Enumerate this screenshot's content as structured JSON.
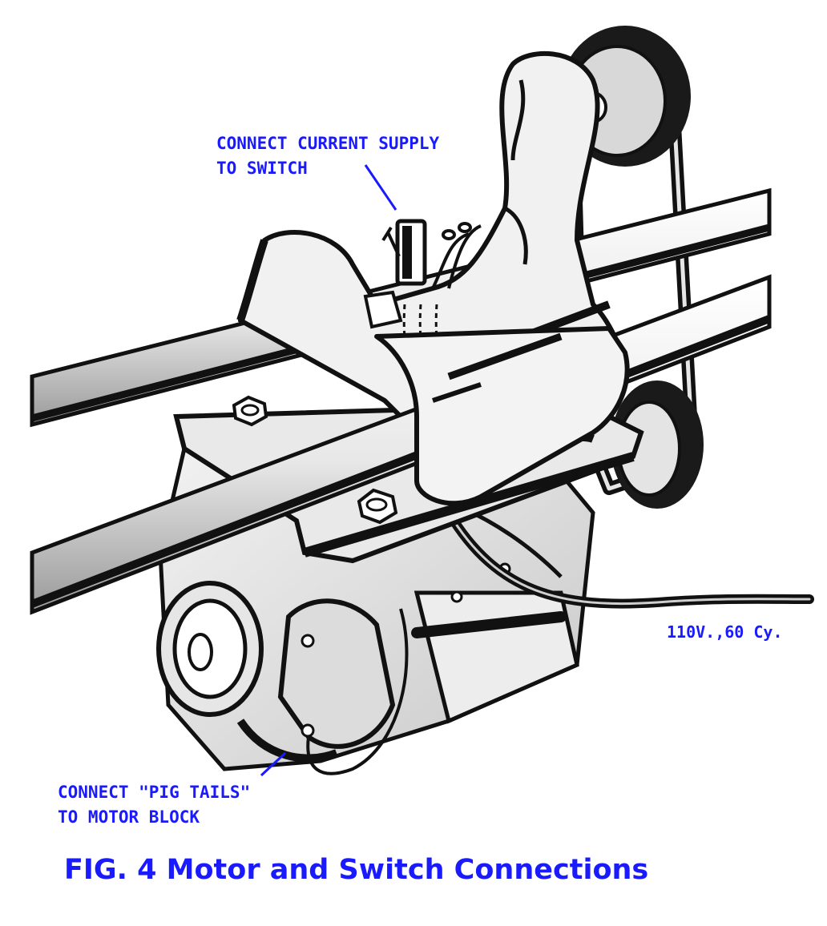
{
  "colors": {
    "label": "#1a1aff",
    "ink": "#111111",
    "paper": "#ffffff",
    "metal_light": "#efefef",
    "metal_mid": "#d9d9d9"
  },
  "callouts": {
    "switch": {
      "line1": "CONNECT CURRENT SUPPLY",
      "line2": "TO SWITCH"
    },
    "pigtails": {
      "line1": "CONNECT \"PIG TAILS\"",
      "line2": "TO MOTOR BLOCK"
    },
    "voltage": "110V.,60 Cy."
  },
  "caption": "FIG. 4  Motor and Switch Connections"
}
